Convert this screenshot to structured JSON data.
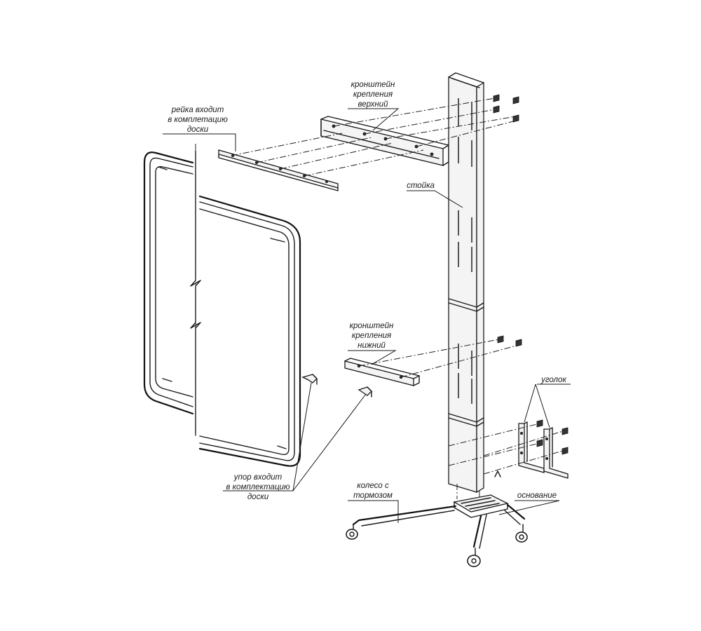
{
  "labels": {
    "rail": [
      "рейка входит",
      "в комплетацию",
      "доски"
    ],
    "upper_bracket": [
      "кронштейн",
      "крепления",
      "верхний"
    ],
    "post": [
      "стойка"
    ],
    "lower_bracket": [
      "кронштейн",
      "крепления",
      "нижний"
    ],
    "corner": [
      "уголок"
    ],
    "stop": [
      "упор входит",
      "в комплектацию",
      "доски"
    ],
    "wheel": [
      "колесо с",
      "тормозом"
    ],
    "base": [
      "основание"
    ]
  }
}
